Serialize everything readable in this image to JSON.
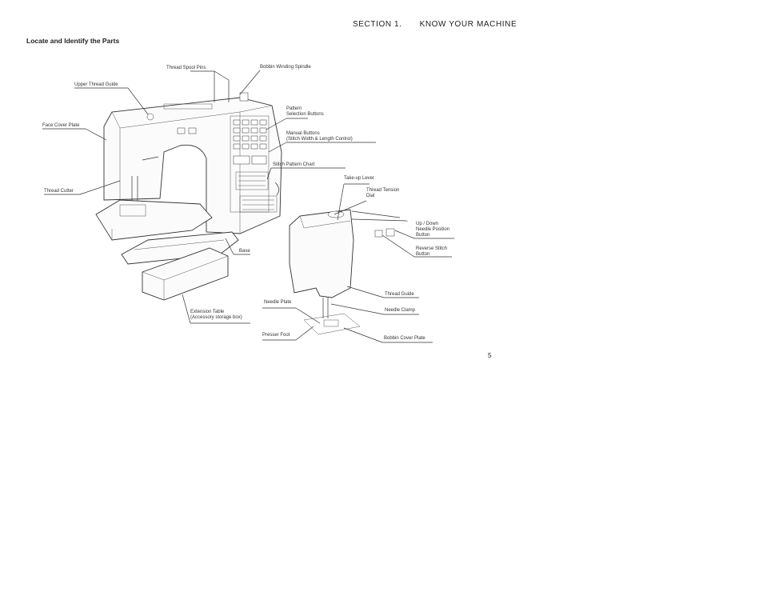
{
  "header": {
    "section_number": "SECTION 1.",
    "section_name": "KNOW YOUR MACHINE"
  },
  "subtitle": "Locate and Identify the Parts",
  "labels": {
    "thread_spool_pins": "Thread Spool Pins",
    "bobbin_winding_spindle": "Bobbin Winding Spindle",
    "upper_thread_guide": "Upper Thread Guide",
    "face_cover_plate": "Face Cover Plate",
    "pattern_selection_line1": "Pattern",
    "pattern_selection_line2": "Selection Buttons",
    "manual_buttons_line1": "Manual Buttons",
    "manual_buttons_line2": "(Stitch Width & Length Control)",
    "stitch_pattern_chart": "Stitch Pattern Chart",
    "thread_cutter": "Thread Cutter",
    "take_up_lever": "Take-up Lever",
    "thread_tension_line1": "Thread Tension",
    "thread_tension_line2": "Dial",
    "up_down_line1": "Up / Down",
    "up_down_line2": "Needle Position",
    "up_down_line3": "Button",
    "reverse_stitch_line1": "Reverse Stitch",
    "reverse_stitch_line2": "Button",
    "base": "Base",
    "extension_table_line1": "Extension Table",
    "extension_table_line2": "(Accessory storage box)",
    "thread_guide": "Thread Guide",
    "needle_plate": "Needle Plate",
    "needle_clamp": "Needle Clamp",
    "presser_foot": "Presser Foot",
    "bobbin_cover_plate": "Bobbin Cover Plate"
  },
  "page_number": "5"
}
